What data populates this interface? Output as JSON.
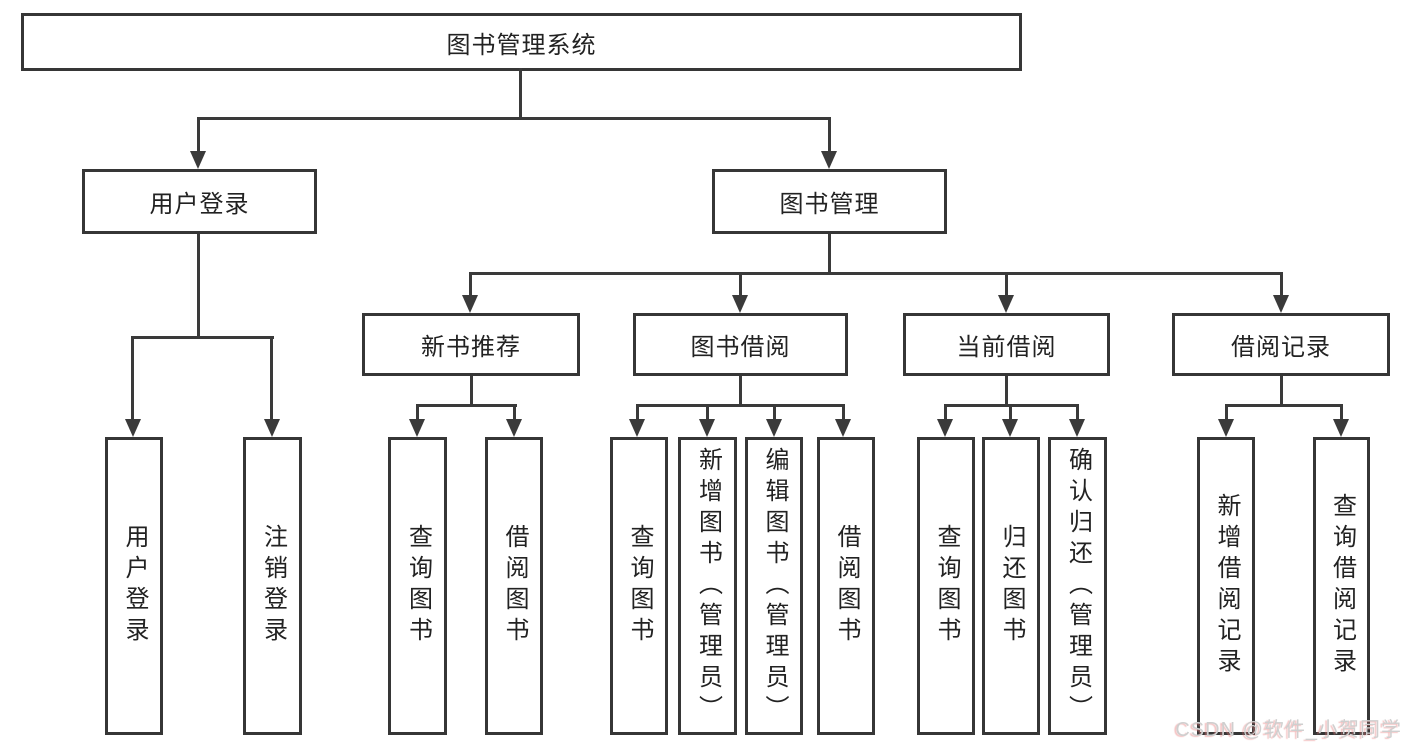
{
  "diagram": {
    "title_node": {
      "label": "图书管理系统"
    },
    "level2": [
      {
        "label": "用户登录"
      },
      {
        "label": "图书管理"
      }
    ],
    "level3": [
      {
        "label": "新书推荐"
      },
      {
        "label": "图书借阅"
      },
      {
        "label": "当前借阅"
      },
      {
        "label": "借阅记录"
      }
    ],
    "level4": [
      {
        "label": "用户登录"
      },
      {
        "label": "注销登录"
      },
      {
        "label": "查询图书"
      },
      {
        "label": "借阅图书"
      },
      {
        "label": "查询图书"
      },
      {
        "label": "新增图书（管理员）"
      },
      {
        "label": "编辑图书（管理员）"
      },
      {
        "label": "借阅图书"
      },
      {
        "label": "查询图书"
      },
      {
        "label": "归还图书"
      },
      {
        "label": "确认归还（管理员）"
      },
      {
        "label": "新增借阅记录"
      },
      {
        "label": "查询借阅记录"
      }
    ],
    "colors": {
      "line": "#3a3a3a",
      "border": "#363636",
      "text": "#222222",
      "background": "#ffffff",
      "watermark": "#cfcfcf"
    }
  },
  "watermark": {
    "text": "CSDN @软件_小贺同学"
  }
}
